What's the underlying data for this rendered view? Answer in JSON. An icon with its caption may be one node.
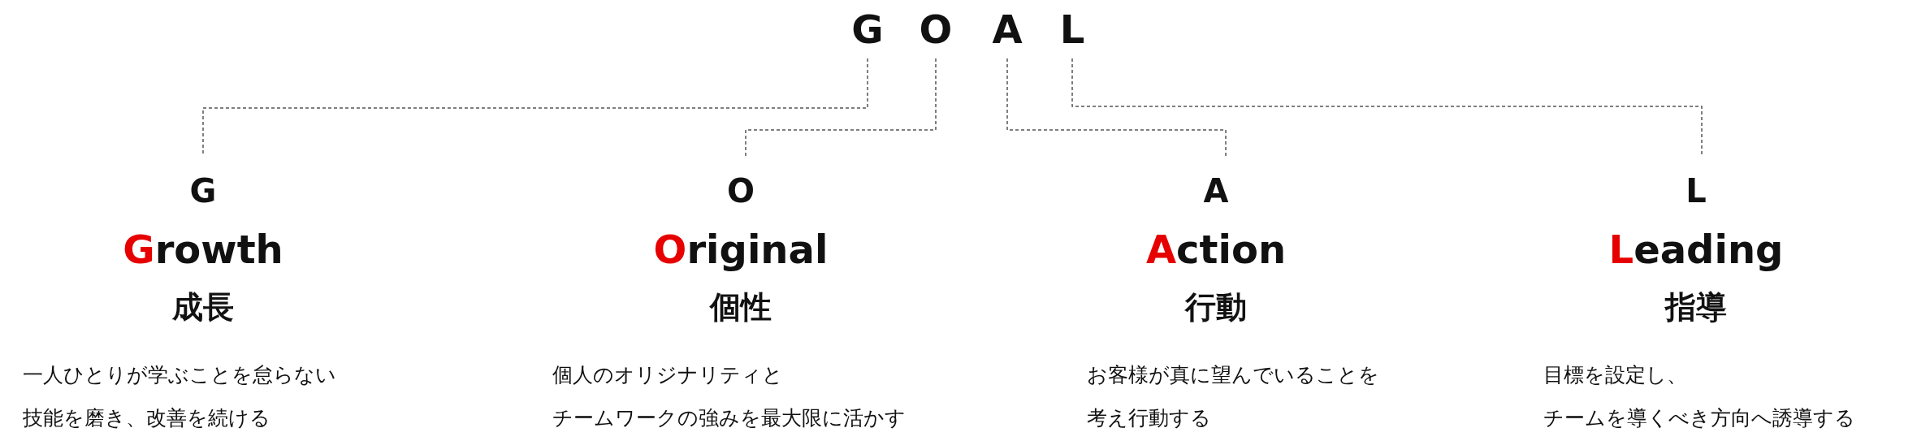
{
  "diagram": {
    "nodes": [
      {
        "text": [
          "G"
        ]
      },
      {
        "text": [
          "O"
        ]
      },
      {
        "text": [
          "A"
        ]
      },
      {
        "text": [
          "L"
        ]
      },
      {
        "text": [
          "G",
          "Growth",
          "成長",
          "一人ひとりが学ぶことを怠らない",
          "技能を磨き、改善を続ける"
        ]
      },
      {
        "text": [
          "O",
          "Original",
          "個性",
          "個人のオリジナリティと",
          "チームワークの強みを最大限に活かす"
        ]
      },
      {
        "text": [
          "A",
          "Action",
          "行動",
          "お客様が真に望んでいることを",
          "考え行動する"
        ]
      },
      {
        "text": [
          "L",
          "Leading",
          "指導",
          "目標を設定し、",
          "チームを導くべき方向へ誘導する"
        ]
      }
    ],
    "edges": [
      {
        "from": 0,
        "to": 4,
        "arrow": "none",
        "style": "dashed"
      },
      {
        "from": 1,
        "to": 5,
        "arrow": "none",
        "style": "dashed"
      },
      {
        "from": 2,
        "to": 6,
        "arrow": "none",
        "style": "dashed"
      },
      {
        "from": 3,
        "to": 7,
        "arrow": "none",
        "style": "dashed"
      }
    ]
  }
}
